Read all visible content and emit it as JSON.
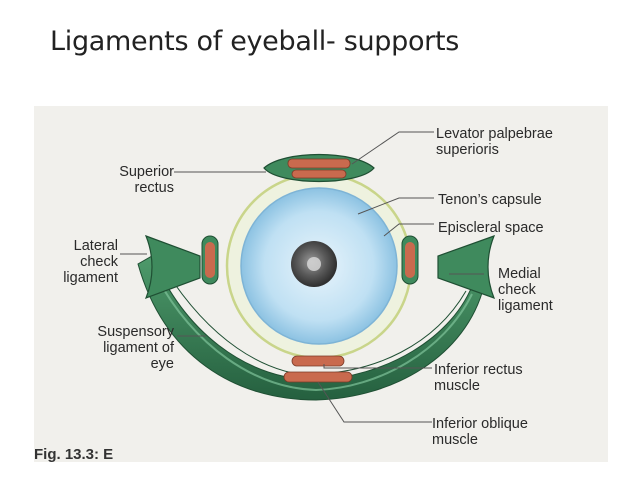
{
  "slide": {
    "title": "Ligaments of eyeball- supports"
  },
  "figure": {
    "labels": {
      "superior_rectus": "Superior rectus",
      "levator_palpebrae": "Levator palpebrae superioris",
      "tenons_capsule": "Tenon’s capsule",
      "episcleral_space": "Episcleral space",
      "lateral_check_ligament": "Lateral check ligament",
      "medial_check_ligament": "Medial check ligament",
      "suspensory_ligament": "Suspensory ligament of eye",
      "inferior_rectus": "Inferior rectus muscle",
      "inferior_oblique": "Inferior oblique muscle"
    },
    "caption": "Fig. 13.3: E",
    "colors": {
      "muscle_green": "#3f8a5d",
      "muscle_dark": "#25603f",
      "muscle_red": "#c96a4e",
      "eye_blue": "#bfe0f3",
      "capsule_ring": "#c9d58a",
      "pupil": "#5a5a5a"
    }
  }
}
